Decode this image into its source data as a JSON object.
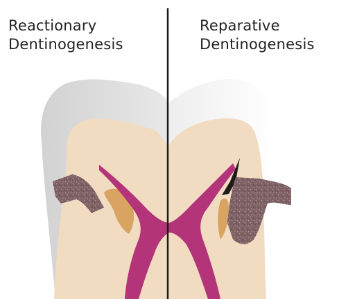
{
  "labels": {
    "left": {
      "line1": "Reactionary",
      "line2": "Dentinogenesis"
    },
    "right": {
      "line1": "Reparative",
      "line2": "Dentinogenesis"
    }
  },
  "colors": {
    "enamel": "#e1e1e1",
    "dentin": "#f1dcc2",
    "pulp": "#b4347a",
    "tertiary_dentin": "#d9a461",
    "caries_lesion": "#7e6266",
    "necrosis": "#1f1a1a",
    "divider": "#1a1a1a"
  }
}
